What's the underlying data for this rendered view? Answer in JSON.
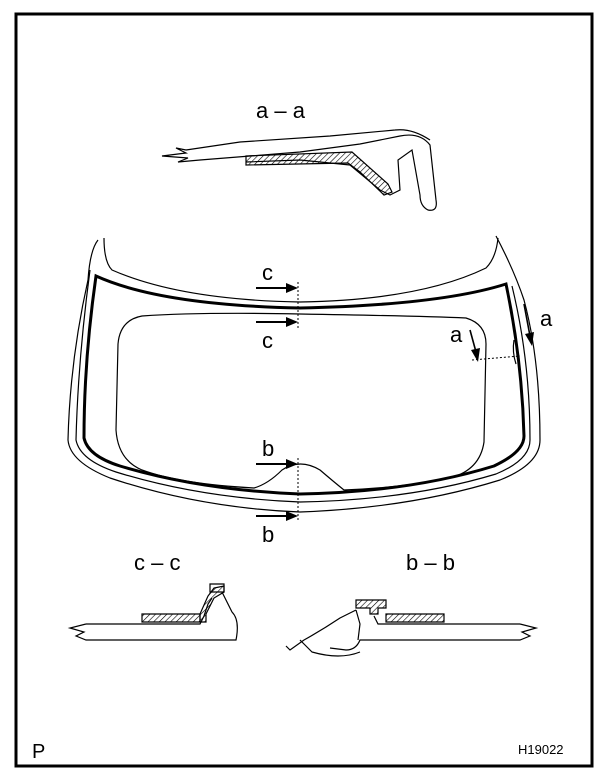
{
  "sections": {
    "aa": "a – a",
    "cc": "c – c",
    "bb": "b – b"
  },
  "markers": {
    "c_top": "c",
    "c_bottom": "c",
    "b_top": "b",
    "b_bottom": "b",
    "a_left": "a",
    "a_right": "a"
  },
  "footer": {
    "page_letter": "P",
    "figure_code": "H19022"
  }
}
